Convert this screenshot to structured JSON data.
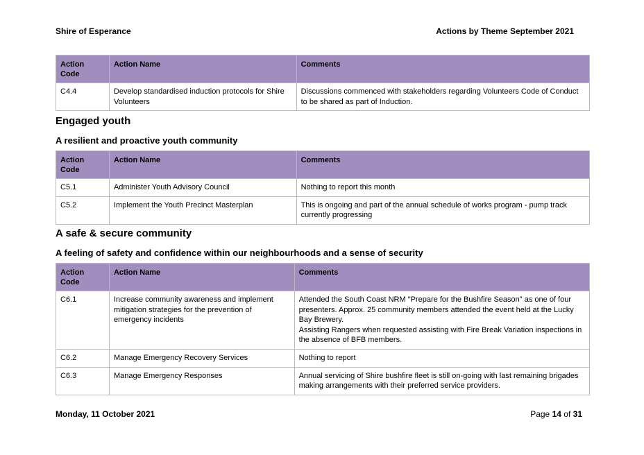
{
  "header": {
    "organisation": "Shire of Esperance",
    "report_title": "Actions by Theme September 2021"
  },
  "columns": {
    "code": "Action\nCode",
    "name": "Action Name",
    "comments": "Comments"
  },
  "table1": {
    "rows": [
      {
        "code": "C4.4",
        "name": "Develop standardised induction protocols for Shire Volunteers",
        "comments": "Discussions commenced with stakeholders regarding Volunteers Code of Conduct to be shared as part of Induction."
      }
    ]
  },
  "section_youth": {
    "heading": "Engaged youth",
    "subheading": "A resilient and proactive youth community",
    "rows": [
      {
        "code": "C5.1",
        "name": "Administer Youth Advisory Council",
        "comments": "Nothing to report this month"
      },
      {
        "code": "C5.2",
        "name": "Implement the Youth Precinct Masterplan",
        "comments": "This is ongoing and part of the annual schedule of works program - pump track currently progressing"
      }
    ]
  },
  "section_safety": {
    "heading": "A safe & secure community",
    "subheading": "A feeling of safety and confidence within our neighbourhoods and a sense of security",
    "rows": [
      {
        "code": "C6.1",
        "name": "Increase community awareness and implement mitigation strategies for the prevention of emergency incidents",
        "comments": "Attended the South Coast NRM \"Prepare for the Bushfire Season\" as one of four presenters. Approx. 25 community members attended the event held at the Lucky Bay Brewery.\nAssisting Rangers when requested assisting with Fire Break Variation inspections in the absence of BFB members."
      },
      {
        "code": "C6.2",
        "name": "Manage Emergency Recovery Services",
        "comments": "Nothing to report"
      },
      {
        "code": "C6.3",
        "name": "Manage Emergency Responses",
        "comments": "Annual servicing of Shire bushfire fleet is still on-going with last remaining brigades making arrangements with their preferred service providers."
      }
    ]
  },
  "footer": {
    "date": "Monday, 11 October 2021",
    "page_prefix": "Page",
    "page_current": "14",
    "page_of": "of",
    "page_total": "31"
  }
}
